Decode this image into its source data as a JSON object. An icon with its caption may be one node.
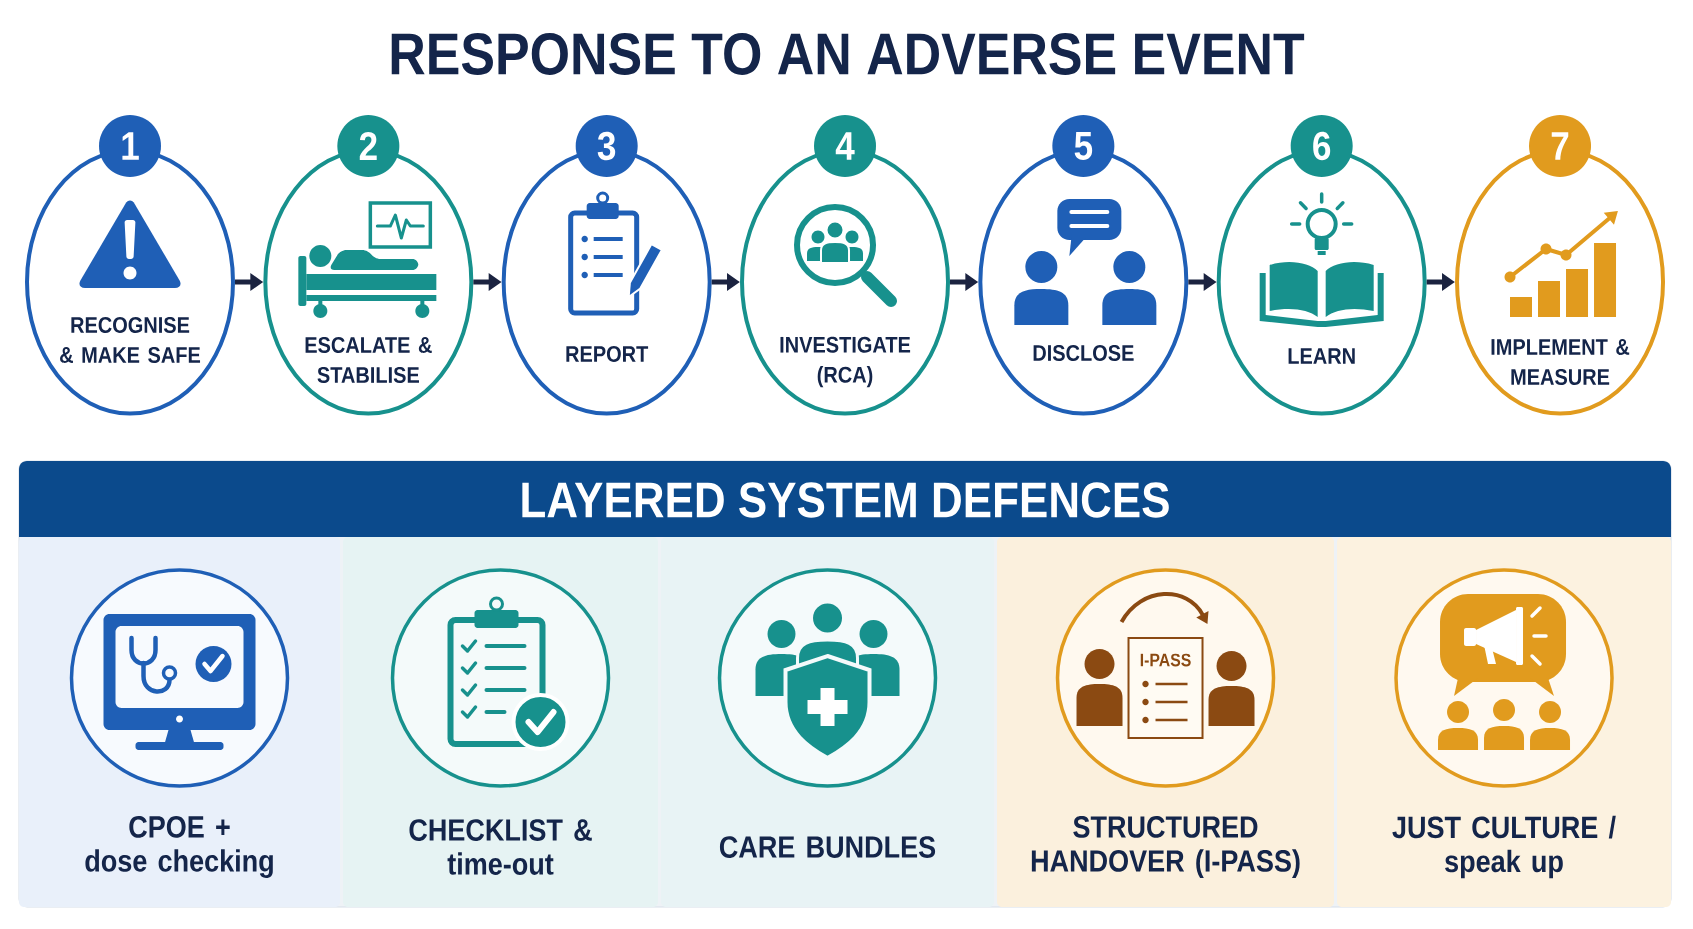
{
  "diagram": {
    "title": "RESPONSE TO AN ADVERSE EVENT",
    "nodes": [
      {
        "text": [
          "1",
          "RECOGNISE & MAKE SAFE"
        ]
      },
      {
        "text": [
          "2",
          "ESCALATE & STABILISE"
        ]
      },
      {
        "text": [
          "3",
          "REPORT"
        ]
      },
      {
        "text": [
          "4",
          "INVESTIGATE (RCA)"
        ]
      },
      {
        "text": [
          "5",
          "DISCLOSE"
        ]
      },
      {
        "text": [
          "6",
          "LEARN"
        ]
      },
      {
        "text": [
          "7",
          "IMPLEMENT & MEASURE"
        ]
      },
      {
        "text": [
          "LAYERED SYSTEM DEFENCES"
        ]
      },
      {
        "text": [
          "CPOE + dose checking"
        ],
        "in": 7
      },
      {
        "text": [
          "CHECKLIST & time-out"
        ],
        "in": 7
      },
      {
        "text": [
          "CARE BUNDLES"
        ],
        "in": 7
      },
      {
        "text": [
          "STRUCTURED HANDOVER (I-PASS)"
        ],
        "in": 7
      },
      {
        "text": [
          "JUST CULTURE / speak up"
        ],
        "in": 7
      },
      {
        "text": [
          "I-PASS"
        ],
        "in": 11
      }
    ],
    "edges": [
      {
        "from": 0,
        "to": 1,
        "arrow": "to"
      },
      {
        "from": 1,
        "to": 2,
        "arrow": "to"
      },
      {
        "from": 2,
        "to": 3,
        "arrow": "to"
      },
      {
        "from": 3,
        "to": 4,
        "arrow": "to"
      },
      {
        "from": 4,
        "to": 5,
        "arrow": "to"
      },
      {
        "from": 5,
        "to": 6,
        "arrow": "to"
      }
    ]
  }
}
